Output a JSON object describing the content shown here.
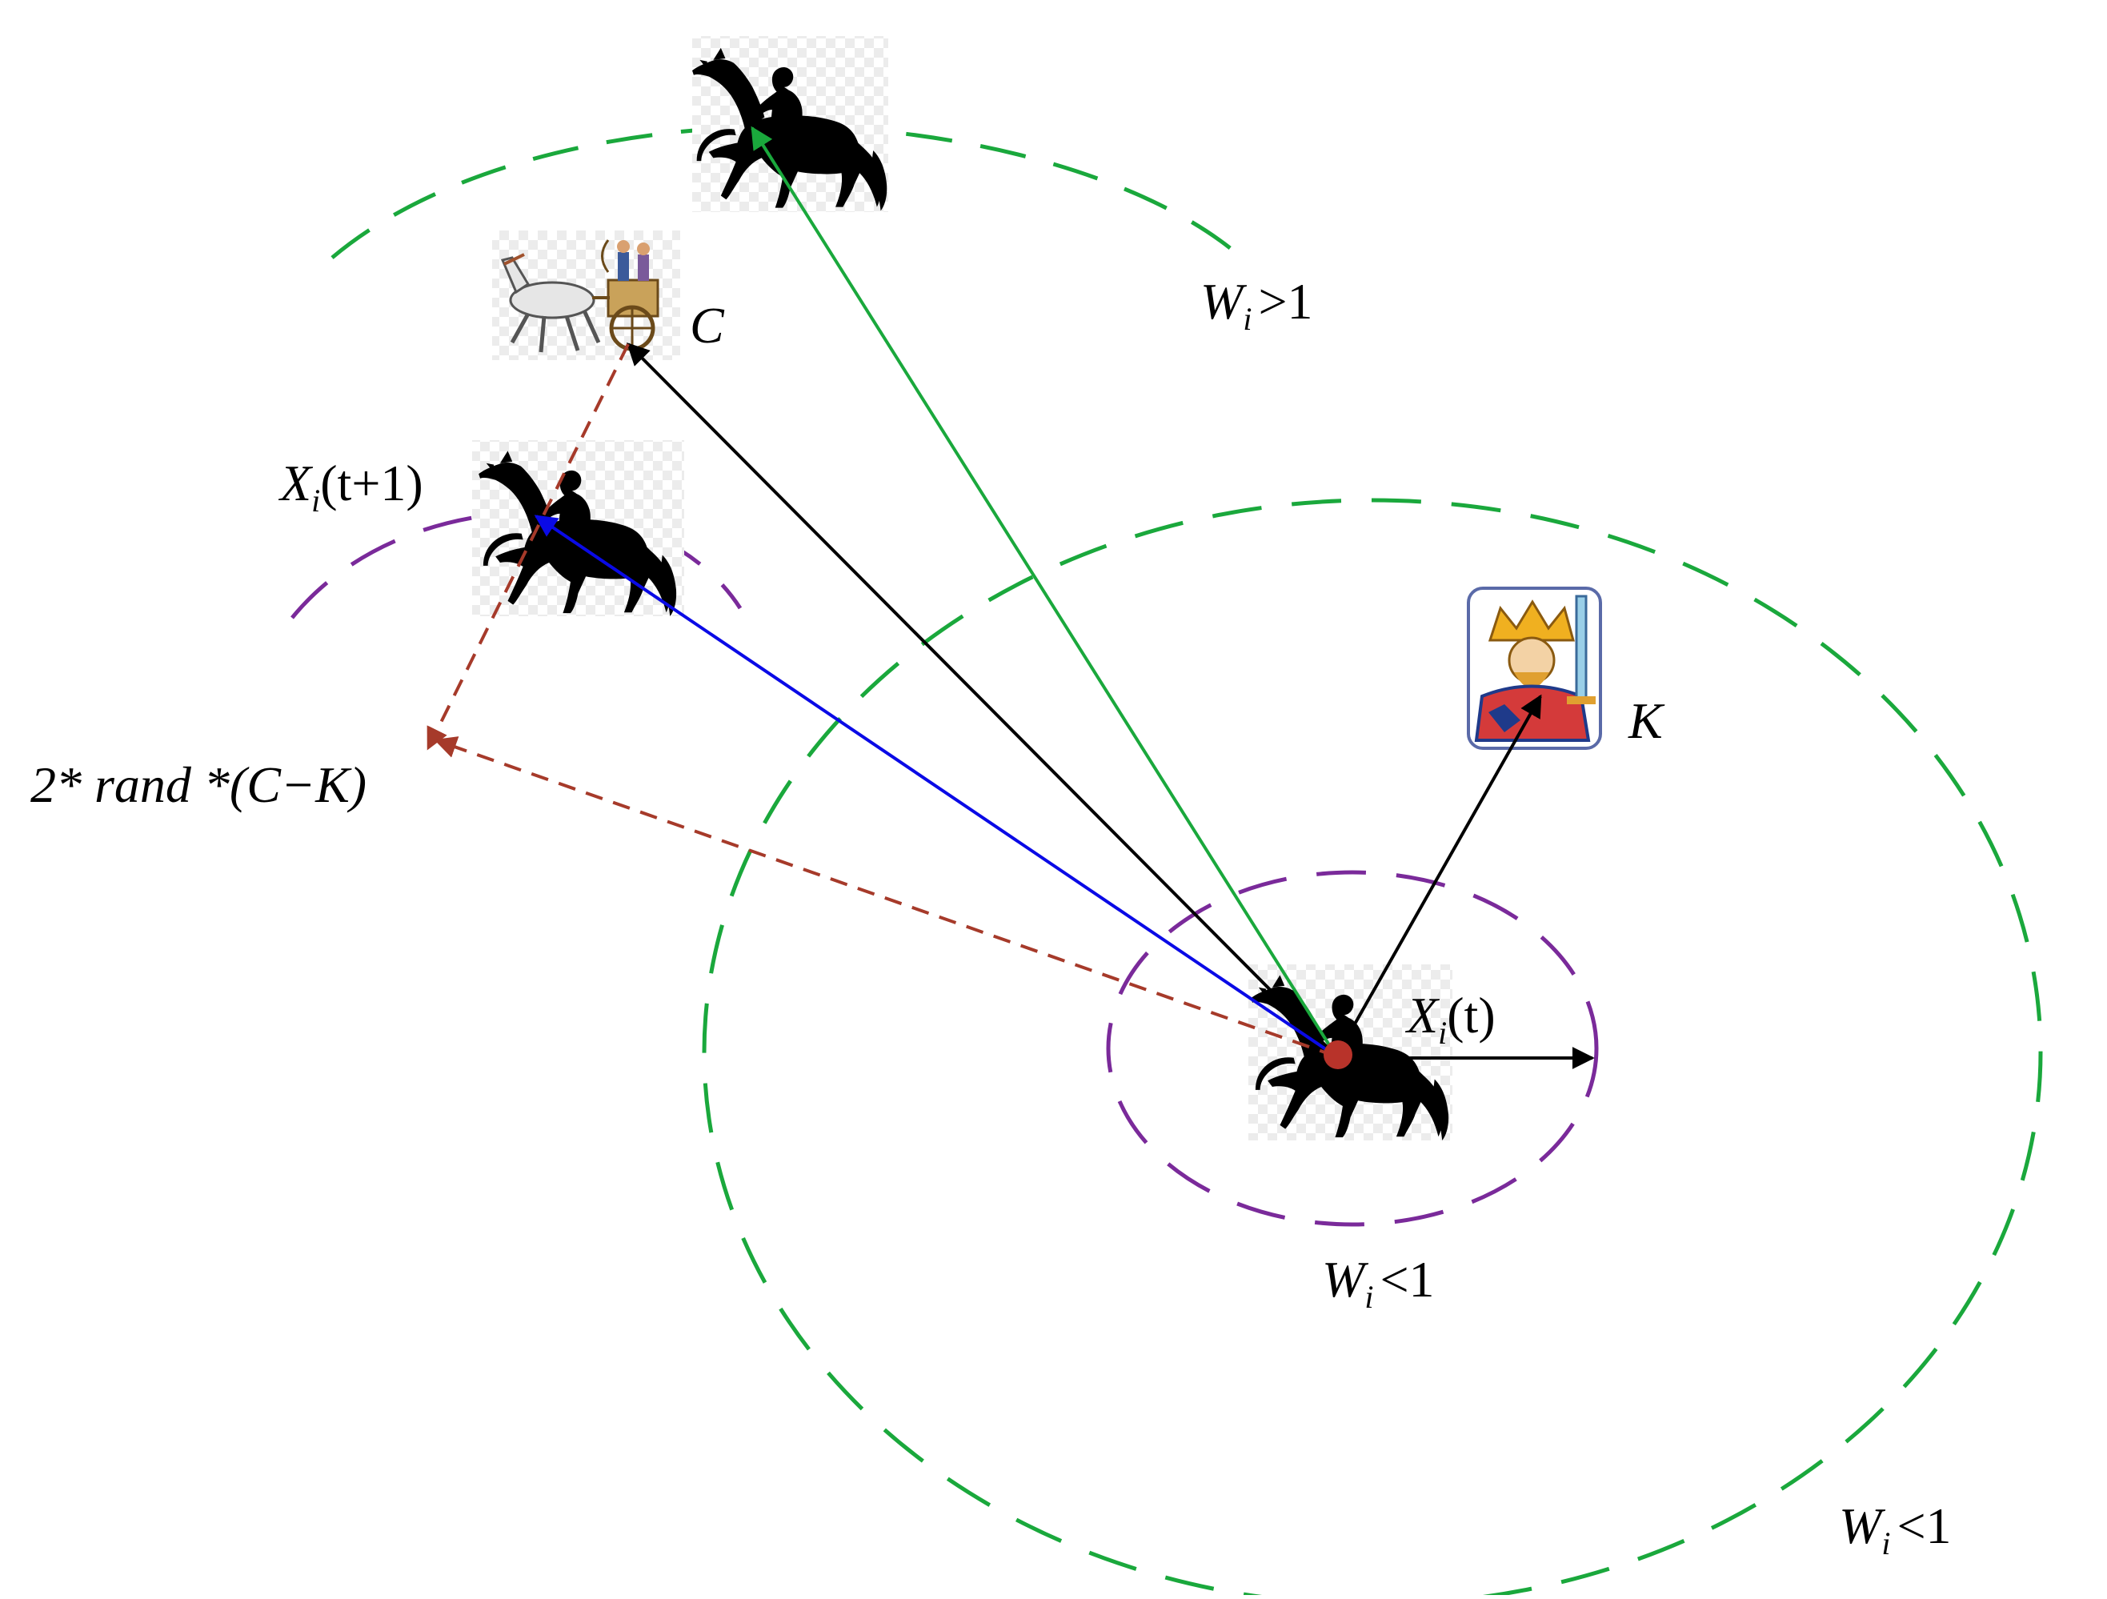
{
  "labels": {
    "c": "C",
    "k": "K",
    "xt_var": "X",
    "xt_sub": "i",
    "xt_arg": "(t)",
    "xt1_var": "X",
    "xt1_sub": "i",
    "xt1_arg": "(t+1)",
    "rand_expr": "2* rand *(C−K)",
    "w_top_var": "W",
    "w_top_sub": "i",
    "w_top_rel": ">1",
    "w_inner_var": "W",
    "w_inner_sub": "i",
    "w_inner_rel": "<1",
    "w_outer_var": "W",
    "w_outer_sub": "i",
    "w_outer_rel": "<1"
  },
  "icons": {
    "horseman": "horseman-silhouette-icon",
    "chariot": "chariot-icon",
    "king": "king-card-icon"
  },
  "colors": {
    "green": "#1aa83c",
    "purple": "#7a2a9a",
    "black": "#000000",
    "blue": "#0a0ae6",
    "dark_red": "#a63a2a",
    "red_dot": "#b8332a"
  }
}
